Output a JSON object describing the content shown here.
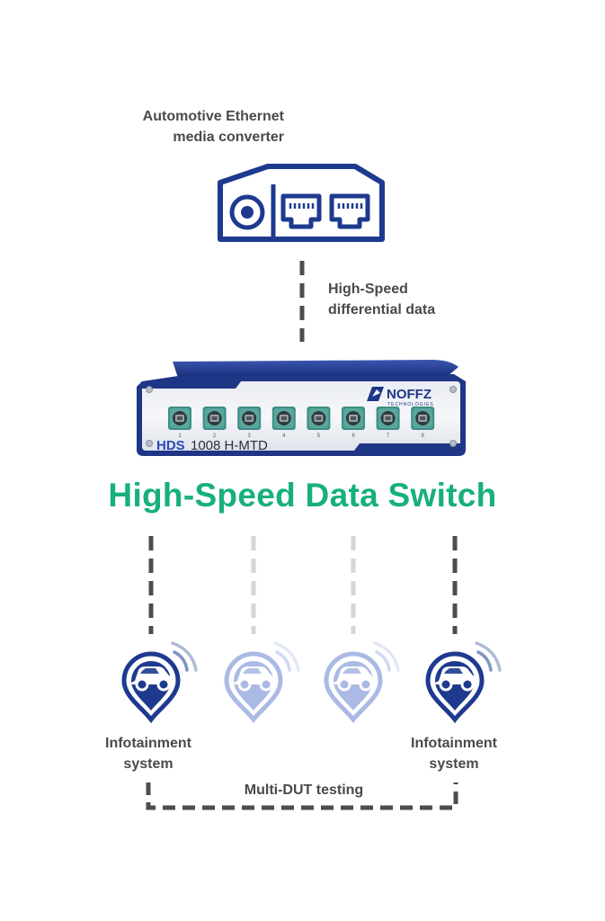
{
  "media_converter": {
    "label_line1": "Automotive Ethernet",
    "label_line2": "media converter"
  },
  "link": {
    "label_line1": "High-Speed",
    "label_line2": "differential data"
  },
  "device": {
    "brand": "NOFFZ",
    "brand_sub": "TECHNOLOGIES",
    "model_prefix": "HDS",
    "model": "1008 H-MTD",
    "ports": [
      "1",
      "2",
      "3",
      "4",
      "5",
      "6",
      "7",
      "8"
    ]
  },
  "title": "High-Speed Data Switch",
  "duts": [
    {
      "label_line1": "Infotainment",
      "label_line2": "system",
      "active": true
    },
    {
      "label_line1": "",
      "label_line2": "",
      "active": false
    },
    {
      "label_line1": "",
      "label_line2": "",
      "active": false
    },
    {
      "label_line1": "Infotainment",
      "label_line2": "system",
      "active": true
    }
  ],
  "bracket_label": "Multi-DUT testing",
  "colors": {
    "navy": "#1e3a8f",
    "green": "#17b07a",
    "dash_active": "#4d4d4d",
    "dash_inactive": "#d6d6d6",
    "port_teal": "#3f8d84",
    "label_gray": "#4a4a4a"
  }
}
